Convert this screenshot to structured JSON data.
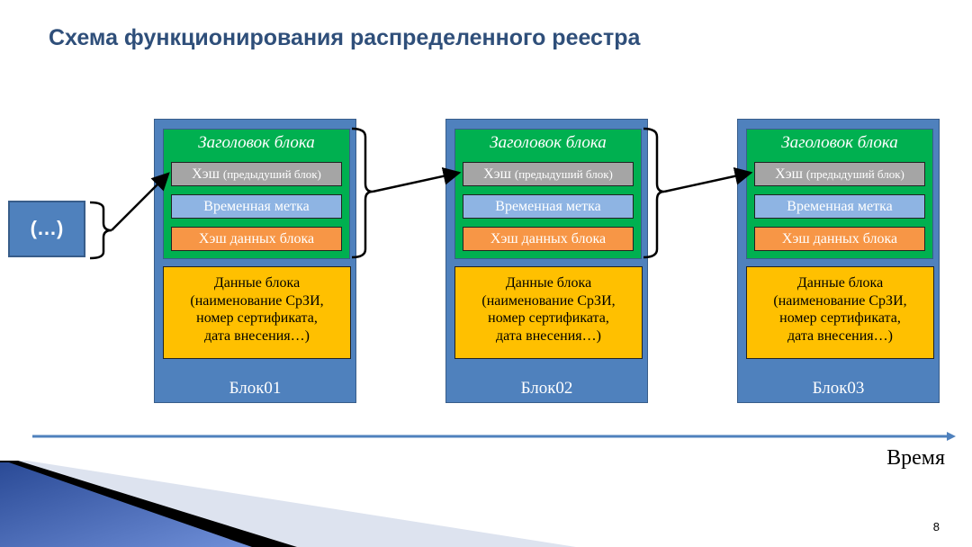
{
  "slide": {
    "title": "Схема функционирования распределенного реестра",
    "page_number": "8",
    "time_axis_label": "Время"
  },
  "previous_block": {
    "label": "(…)"
  },
  "blocks": [
    {
      "name": "Блок01",
      "header_title": "Заголовок блока",
      "prev_hash": "Хэш",
      "prev_hash_note": "(предыдуший блок)",
      "timestamp": "Временная метка",
      "data_hash": "Хэш данных блока",
      "data_lines": [
        "Данные блока",
        "(наименование СрЗИ,",
        "номер сертификата,",
        "дата внесения…)"
      ]
    },
    {
      "name": "Блок02",
      "header_title": "Заголовок блока",
      "prev_hash": "Хэш",
      "prev_hash_note": "(предыдуший блок)",
      "timestamp": "Временная метка",
      "data_hash": "Хэш данных блока",
      "data_lines": [
        "Данные блока",
        "(наименование СрЗИ,",
        "номер сертификата,",
        "дата внесения…)"
      ]
    },
    {
      "name": "Блок03",
      "header_title": "Заголовок блока",
      "prev_hash": "Хэш",
      "prev_hash_note": "(предыдуший блок)",
      "timestamp": "Временная метка",
      "data_hash": "Хэш данных блока",
      "data_lines": [
        "Данные блока",
        "(наименование СрЗИ,",
        "номер сертификата,",
        "дата внесения…)"
      ]
    }
  ],
  "colors": {
    "block": "#4f81bd",
    "header": "#00b050",
    "prev_hash": "#a5a5a5",
    "timestamp": "#8eb4e3",
    "data_hash": "#f79646",
    "data": "#ffc000",
    "title": "#2f4f7a"
  }
}
